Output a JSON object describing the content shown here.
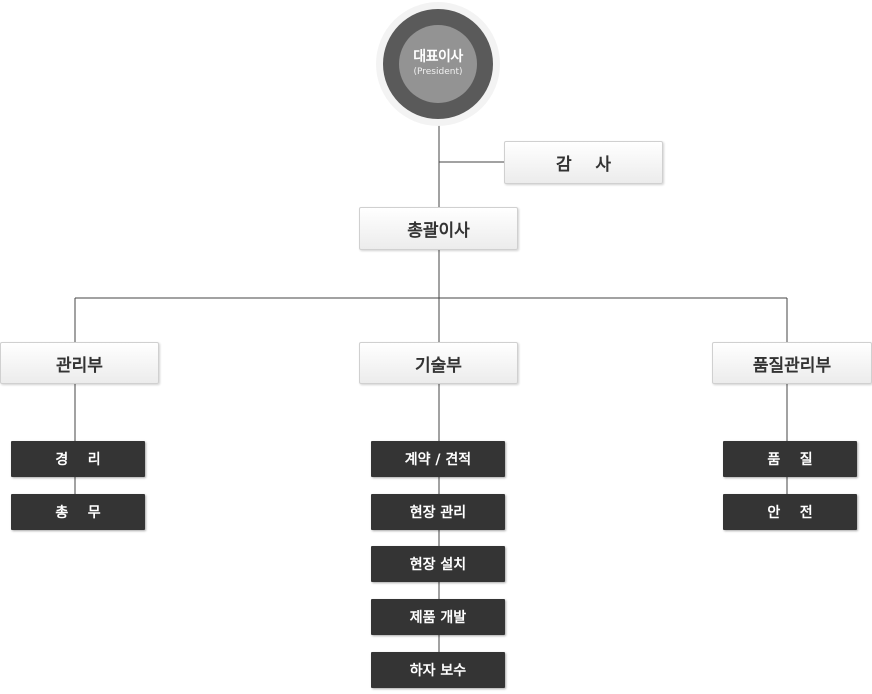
{
  "president": {
    "title": "대표이사",
    "subtitle": "(President)"
  },
  "auditor": {
    "label": "감    사"
  },
  "general_director": {
    "label": "총괄이사"
  },
  "departments": [
    {
      "label": "관리부",
      "teams": [
        "경    리",
        "총    무"
      ]
    },
    {
      "label": "기술부",
      "teams": [
        "계약 / 견적",
        "현장 관리",
        "현장 설치",
        "제품 개발",
        "하자 보수"
      ]
    },
    {
      "label": "품질관리부",
      "teams": [
        "품    질",
        "안    전"
      ]
    }
  ]
}
